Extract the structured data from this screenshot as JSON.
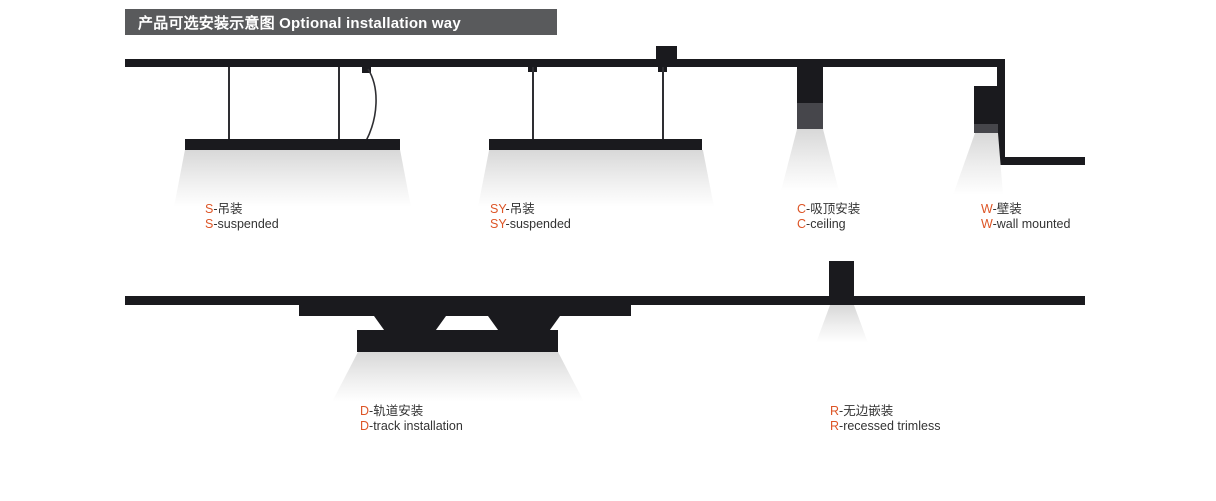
{
  "title": {
    "text": "产品可选安装示意图 Optional installation way"
  },
  "colors": {
    "accent": "#DD5526",
    "dark": "#1A1A1E",
    "gray_fixture": "#46464B",
    "title_bg": "#595A5C",
    "title_text": "#FFFFFF",
    "label_text": "#333333",
    "beam": "#D8D8D8"
  },
  "labels": [
    {
      "id": "s",
      "zh_prefix": "S",
      "zh_rest": "-吊装",
      "en_prefix": "S",
      "en_rest": "-suspended"
    },
    {
      "id": "sy",
      "zh_prefix": "SY",
      "zh_rest": "-吊装",
      "en_prefix": "SY",
      "en_rest": "-suspended"
    },
    {
      "id": "c",
      "zh_prefix": "C",
      "zh_rest": "-吸顶安装",
      "en_prefix": "C",
      "en_rest": "-ceiling"
    },
    {
      "id": "w",
      "zh_prefix": "W",
      "zh_rest": "-壁装",
      "en_prefix": "W",
      "en_rest": "-wall mounted"
    },
    {
      "id": "d",
      "zh_prefix": "D",
      "zh_rest": "-轨道安装",
      "en_prefix": "D",
      "en_rest": "-track installation"
    },
    {
      "id": "r",
      "zh_prefix": "R",
      "zh_rest": "-无边嵌装",
      "en_prefix": "R",
      "en_rest": "-recessed trimless"
    }
  ]
}
